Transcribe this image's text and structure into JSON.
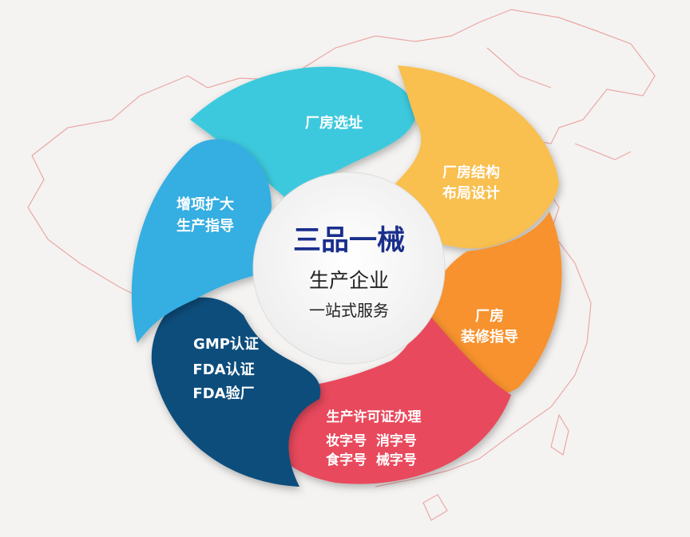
{
  "center": {
    "brand": "三品一械",
    "line2": "生产企业",
    "line3": "一站式服务"
  },
  "petals": [
    {
      "id": "site",
      "lines": [
        "厂房选址"
      ],
      "color": "#3ec9dd"
    },
    {
      "id": "layout",
      "lines": [
        "厂房结构",
        "布局设计"
      ],
      "color": "#f9bf4f"
    },
    {
      "id": "decor",
      "lines": [
        "厂房",
        "装修指导"
      ],
      "color": "#f7922f"
    },
    {
      "id": "license",
      "lines": [
        "生产许可证办理",
        "妆字号  消字号",
        "食字号  械字号"
      ],
      "color": "#e8485c"
    },
    {
      "id": "cert",
      "lines": [
        "GMP认证",
        "FDA认证",
        "FDA验厂"
      ],
      "color": "#0e4e7c"
    },
    {
      "id": "expand",
      "lines": [
        "增项扩大",
        "生产指导"
      ],
      "color": "#35aee2"
    }
  ],
  "colors": {
    "brand_text": "#1a2f8c",
    "center_text": "#222222",
    "map_line": "#e46a6a",
    "background": "#f4f3f1"
  }
}
